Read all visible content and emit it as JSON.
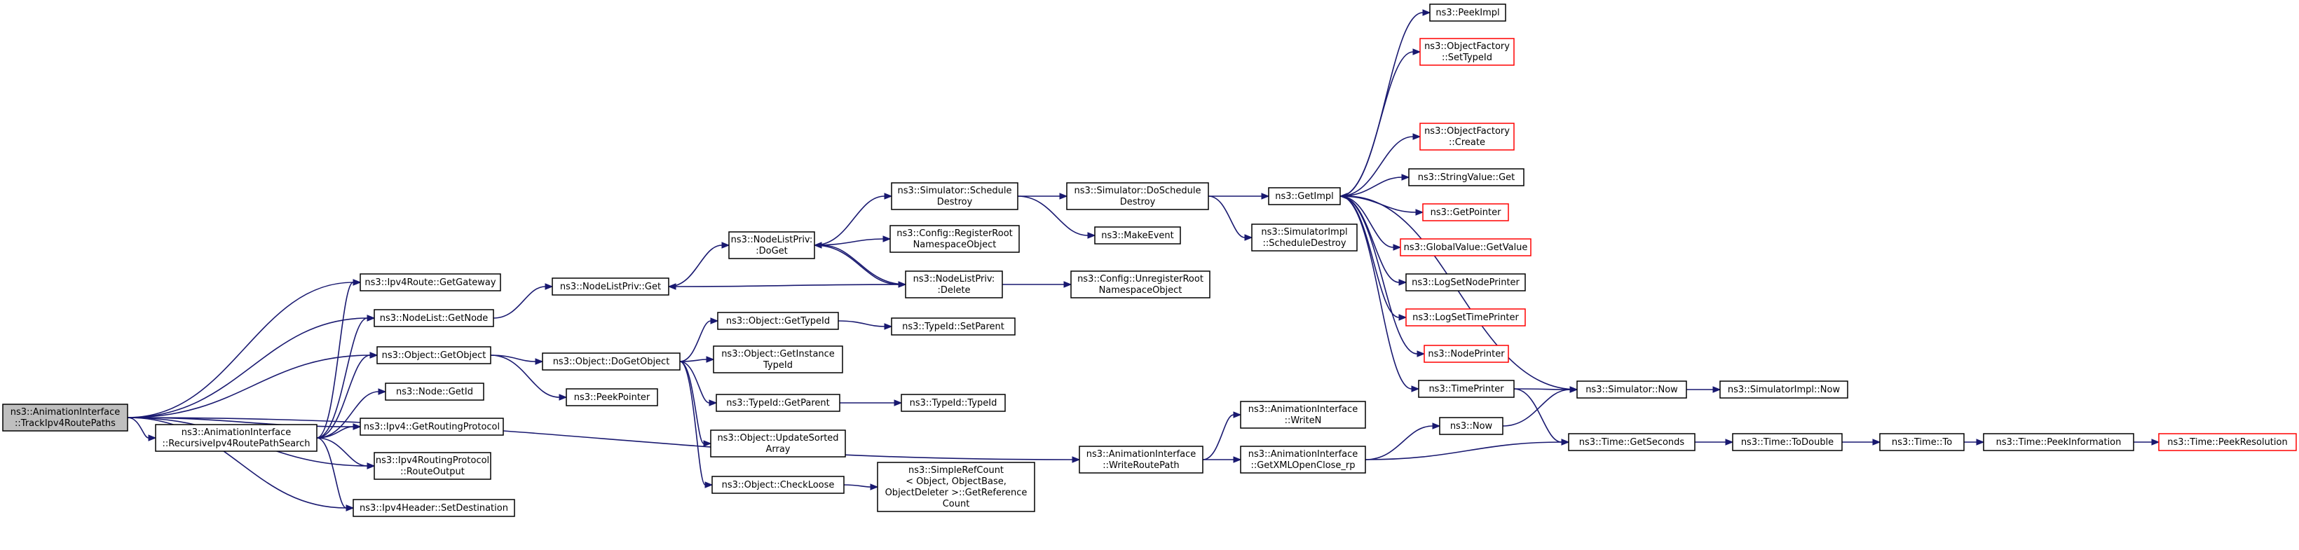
{
  "nodes": [
    {
      "id": "n_track",
      "lines": [
        "ns3::AnimationInterface",
        "::TrackIpv4RoutePaths"
      ],
      "style": "root",
      "name": "node-track-ipv4-route-paths"
    },
    {
      "id": "n_recursive",
      "lines": [
        "ns3::AnimationInterface",
        "::RecursiveIpv4RoutePathSearch"
      ],
      "style": "normal",
      "name": "node-recursive-ipv4-route-path-search"
    },
    {
      "id": "n_getgateway",
      "lines": [
        "ns3::Ipv4Route::GetGateway"
      ],
      "style": "normal",
      "name": "node-ipv4-route-get-gateway"
    },
    {
      "id": "n_nlgetnode",
      "lines": [
        "ns3::NodeList::GetNode"
      ],
      "style": "normal",
      "name": "node-node-list-get-node"
    },
    {
      "id": "n_getobject",
      "lines": [
        "ns3::Object::GetObject"
      ],
      "style": "normal",
      "name": "node-object-get-object"
    },
    {
      "id": "n_getid",
      "lines": [
        "ns3::Node::GetId"
      ],
      "style": "normal",
      "name": "node-node-get-id"
    },
    {
      "id": "n_getroutingproto",
      "lines": [
        "ns3::Ipv4::GetRoutingProtocol"
      ],
      "style": "normal",
      "name": "node-ipv4-get-routing-protocol"
    },
    {
      "id": "n_routeoutput",
      "lines": [
        "ns3::Ipv4RoutingProtocol",
        "::RouteOutput"
      ],
      "style": "normal",
      "name": "node-ipv4-routing-protocol-route-output"
    },
    {
      "id": "n_setdest",
      "lines": [
        "ns3::Ipv4Header::SetDestination"
      ],
      "style": "normal",
      "name": "node-ipv4-header-set-destination"
    },
    {
      "id": "n_nlpget",
      "lines": [
        "ns3::NodeListPriv::Get"
      ],
      "style": "normal",
      "name": "node-node-list-priv-get"
    },
    {
      "id": "n_dogetobject",
      "lines": [
        "ns3::Object::DoGetObject"
      ],
      "style": "normal",
      "name": "node-object-do-get-object"
    },
    {
      "id": "n_peekpointer",
      "lines": [
        "ns3::PeekPointer"
      ],
      "style": "normal",
      "name": "node-peek-pointer"
    },
    {
      "id": "n_nlpdoget",
      "lines": [
        "ns3::NodeListPriv:",
        ":DoGet"
      ],
      "style": "normal",
      "name": "node-node-list-priv-do-get"
    },
    {
      "id": "n_schedule",
      "lines": [
        "ns3::Simulator::Schedule",
        "Destroy"
      ],
      "style": "normal",
      "name": "node-simulator-schedule-destroy"
    },
    {
      "id": "n_registerroot",
      "lines": [
        "ns3::Config::RegisterRoot",
        "NamespaceObject"
      ],
      "style": "normal",
      "name": "node-config-register-root-namespace-object"
    },
    {
      "id": "n_nlpdelete",
      "lines": [
        "ns3::NodeListPriv:",
        ":Delete"
      ],
      "style": "normal",
      "name": "node-node-list-priv-delete"
    },
    {
      "id": "n_doschedule",
      "lines": [
        "ns3::Simulator::DoSchedule",
        "Destroy"
      ],
      "style": "normal",
      "name": "node-simulator-do-schedule-destroy"
    },
    {
      "id": "n_makeevent",
      "lines": [
        "ns3::MakeEvent"
      ],
      "style": "normal",
      "name": "node-make-event"
    },
    {
      "id": "n_unregister",
      "lines": [
        "ns3::Config::UnregisterRoot",
        "NamespaceObject"
      ],
      "style": "normal",
      "name": "node-config-unregister-root-namespace-object"
    },
    {
      "id": "n_getimpl",
      "lines": [
        "ns3::GetImpl"
      ],
      "style": "normal",
      "name": "node-get-impl"
    },
    {
      "id": "n_simimpldestroy",
      "lines": [
        "ns3::SimulatorImpl",
        "::ScheduleDestroy"
      ],
      "style": "normal",
      "name": "node-simulator-impl-schedule-destroy"
    },
    {
      "id": "n_peekimpl",
      "lines": [
        "ns3::PeekImpl"
      ],
      "style": "normal",
      "name": "node-peek-impl"
    },
    {
      "id": "n_settypeid",
      "lines": [
        "ns3::ObjectFactory",
        "::SetTypeId"
      ],
      "style": "red",
      "name": "node-object-factory-set-type-id"
    },
    {
      "id": "n_create",
      "lines": [
        "ns3::ObjectFactory",
        "::Create"
      ],
      "style": "red",
      "name": "node-object-factory-create"
    },
    {
      "id": "n_stringget",
      "lines": [
        "ns3::StringValue::Get"
      ],
      "style": "normal",
      "name": "node-string-value-get"
    },
    {
      "id": "n_getpointer",
      "lines": [
        "ns3::GetPointer"
      ],
      "style": "red",
      "name": "node-get-pointer"
    },
    {
      "id": "n_globalget",
      "lines": [
        "ns3::GlobalValue::GetValue"
      ],
      "style": "red",
      "name": "node-global-value-get-value"
    },
    {
      "id": "n_logsetnode",
      "lines": [
        "ns3::LogSetNodePrinter"
      ],
      "style": "normal",
      "name": "node-log-set-node-printer"
    },
    {
      "id": "n_logsettime",
      "lines": [
        "ns3::LogSetTimePrinter"
      ],
      "style": "red",
      "name": "node-log-set-time-printer"
    },
    {
      "id": "n_nodeprinter",
      "lines": [
        "ns3::NodePrinter"
      ],
      "style": "red",
      "name": "node-node-printer"
    },
    {
      "id": "n_timeprinter",
      "lines": [
        "ns3::TimePrinter"
      ],
      "style": "normal",
      "name": "node-time-printer"
    },
    {
      "id": "n_getypeid",
      "lines": [
        "ns3::Object::GetTypeId"
      ],
      "style": "normal",
      "name": "node-object-get-type-id"
    },
    {
      "id": "n_getinstance",
      "lines": [
        "ns3::Object::GetInstance",
        "TypeId"
      ],
      "style": "normal",
      "name": "node-object-get-instance-type-id"
    },
    {
      "id": "n_typegetparent",
      "lines": [
        "ns3::TypeId::GetParent"
      ],
      "style": "normal",
      "name": "node-type-id-get-parent"
    },
    {
      "id": "n_updatesorted",
      "lines": [
        "ns3::Object::UpdateSorted",
        "Array"
      ],
      "style": "normal",
      "name": "node-object-update-sorted-array"
    },
    {
      "id": "n_checkloose",
      "lines": [
        "ns3::Object::CheckLoose"
      ],
      "style": "normal",
      "name": "node-object-check-loose"
    },
    {
      "id": "n_typesetparent",
      "lines": [
        "ns3::TypeId::SetParent"
      ],
      "style": "normal",
      "name": "node-type-id-set-parent"
    },
    {
      "id": "n_typeid",
      "lines": [
        "ns3::TypeId::TypeId"
      ],
      "style": "normal",
      "name": "node-type-id-type-id"
    },
    {
      "id": "n_refcount",
      "lines": [
        "ns3::SimpleRefCount",
        "< Object, ObjectBase,",
        "ObjectDeleter >::GetReference",
        "Count"
      ],
      "style": "normal",
      "name": "node-simple-ref-count-get-reference-count"
    },
    {
      "id": "n_writeroutepath",
      "lines": [
        "ns3::AnimationInterface",
        "::WriteRoutePath"
      ],
      "style": "normal",
      "name": "node-animation-interface-write-route-path"
    },
    {
      "id": "n_writen",
      "lines": [
        "ns3::AnimationInterface",
        "::WriteN"
      ],
      "style": "normal",
      "name": "node-animation-interface-write-n"
    },
    {
      "id": "n_getxml",
      "lines": [
        "ns3::AnimationInterface",
        "::GetXMLOpenClose_rp"
      ],
      "style": "normal",
      "name": "node-animation-interface-get-xml-open-close-rp"
    },
    {
      "id": "n_now",
      "lines": [
        "ns3::Now"
      ],
      "style": "normal",
      "name": "node-now"
    },
    {
      "id": "n_simnow",
      "lines": [
        "ns3::Simulator::Now"
      ],
      "style": "normal",
      "name": "node-simulator-now"
    },
    {
      "id": "n_simimplnow",
      "lines": [
        "ns3::SimulatorImpl::Now"
      ],
      "style": "normal",
      "name": "node-simulator-impl-now"
    },
    {
      "id": "n_getseconds",
      "lines": [
        "ns3::Time::GetSeconds"
      ],
      "style": "normal",
      "name": "node-time-get-seconds"
    },
    {
      "id": "n_todouble",
      "lines": [
        "ns3::Time::ToDouble"
      ],
      "style": "normal",
      "name": "node-time-to-double"
    },
    {
      "id": "n_to",
      "lines": [
        "ns3::Time::To"
      ],
      "style": "normal",
      "name": "node-time-to"
    },
    {
      "id": "n_peekinfo",
      "lines": [
        "ns3::Time::PeekInformation"
      ],
      "style": "normal",
      "name": "node-time-peek-information"
    },
    {
      "id": "n_peekres",
      "lines": [
        "ns3::Time::PeekResolution"
      ],
      "style": "red",
      "name": "node-time-peek-resolution"
    }
  ],
  "edges": [
    [
      "n_track",
      "n_getgateway"
    ],
    [
      "n_track",
      "n_nlgetnode"
    ],
    [
      "n_track",
      "n_getobject"
    ],
    [
      "n_track",
      "n_recursive"
    ],
    [
      "n_track",
      "n_getroutingproto"
    ],
    [
      "n_track",
      "n_routeoutput"
    ],
    [
      "n_track",
      "n_setdest"
    ],
    [
      "n_track",
      "n_writeroutepath"
    ],
    [
      "n_recursive",
      "n_getgateway"
    ],
    [
      "n_recursive",
      "n_nlgetnode"
    ],
    [
      "n_recursive",
      "n_getobject"
    ],
    [
      "n_recursive",
      "n_getid"
    ],
    [
      "n_recursive",
      "n_getroutingproto"
    ],
    [
      "n_recursive",
      "n_routeoutput"
    ],
    [
      "n_recursive",
      "n_setdest"
    ],
    [
      "n_nlgetnode",
      "n_nlpget"
    ],
    [
      "n_getobject",
      "n_dogetobject"
    ],
    [
      "n_getobject",
      "n_peekpointer"
    ],
    [
      "n_nlpget",
      "n_nlpdoget"
    ],
    [
      "n_nlpdoget",
      "n_schedule"
    ],
    [
      "n_nlpdoget",
      "n_registerroot"
    ],
    [
      "n_nlpdoget",
      "n_nlpdelete"
    ],
    [
      "n_nlpdelete",
      "n_nlpdoget"
    ],
    [
      "n_nlpdelete",
      "n_nlpget"
    ],
    [
      "n_nlpdelete",
      "n_unregister"
    ],
    [
      "n_schedule",
      "n_doschedule"
    ],
    [
      "n_schedule",
      "n_makeevent"
    ],
    [
      "n_doschedule",
      "n_getimpl"
    ],
    [
      "n_doschedule",
      "n_simimpldestroy"
    ],
    [
      "n_getimpl",
      "n_peekimpl"
    ],
    [
      "n_getimpl",
      "n_settypeid"
    ],
    [
      "n_getimpl",
      "n_create"
    ],
    [
      "n_getimpl",
      "n_stringget"
    ],
    [
      "n_getimpl",
      "n_getpointer"
    ],
    [
      "n_getimpl",
      "n_globalget"
    ],
    [
      "n_getimpl",
      "n_logsetnode"
    ],
    [
      "n_getimpl",
      "n_logsettime"
    ],
    [
      "n_getimpl",
      "n_nodeprinter"
    ],
    [
      "n_getimpl",
      "n_timeprinter"
    ],
    [
      "n_dogetobject",
      "n_getypeid"
    ],
    [
      "n_dogetobject",
      "n_getinstance"
    ],
    [
      "n_dogetobject",
      "n_typegetparent"
    ],
    [
      "n_dogetobject",
      "n_updatesorted"
    ],
    [
      "n_dogetobject",
      "n_checkloose"
    ],
    [
      "n_getypeid",
      "n_typesetparent"
    ],
    [
      "n_typegetparent",
      "n_typeid"
    ],
    [
      "n_checkloose",
      "n_refcount"
    ],
    [
      "n_writeroutepath",
      "n_writen"
    ],
    [
      "n_writeroutepath",
      "n_getxml"
    ],
    [
      "n_getxml",
      "n_now"
    ],
    [
      "n_getxml",
      "n_getseconds"
    ],
    [
      "n_now",
      "n_simnow"
    ],
    [
      "n_timeprinter",
      "n_simnow"
    ],
    [
      "n_timeprinter",
      "n_getseconds"
    ],
    [
      "n_simnow",
      "n_getimpl"
    ],
    [
      "n_simnow",
      "n_simimplnow"
    ],
    [
      "n_getseconds",
      "n_todouble"
    ],
    [
      "n_todouble",
      "n_to"
    ],
    [
      "n_to",
      "n_peekinfo"
    ],
    [
      "n_peekinfo",
      "n_peekres"
    ]
  ]
}
